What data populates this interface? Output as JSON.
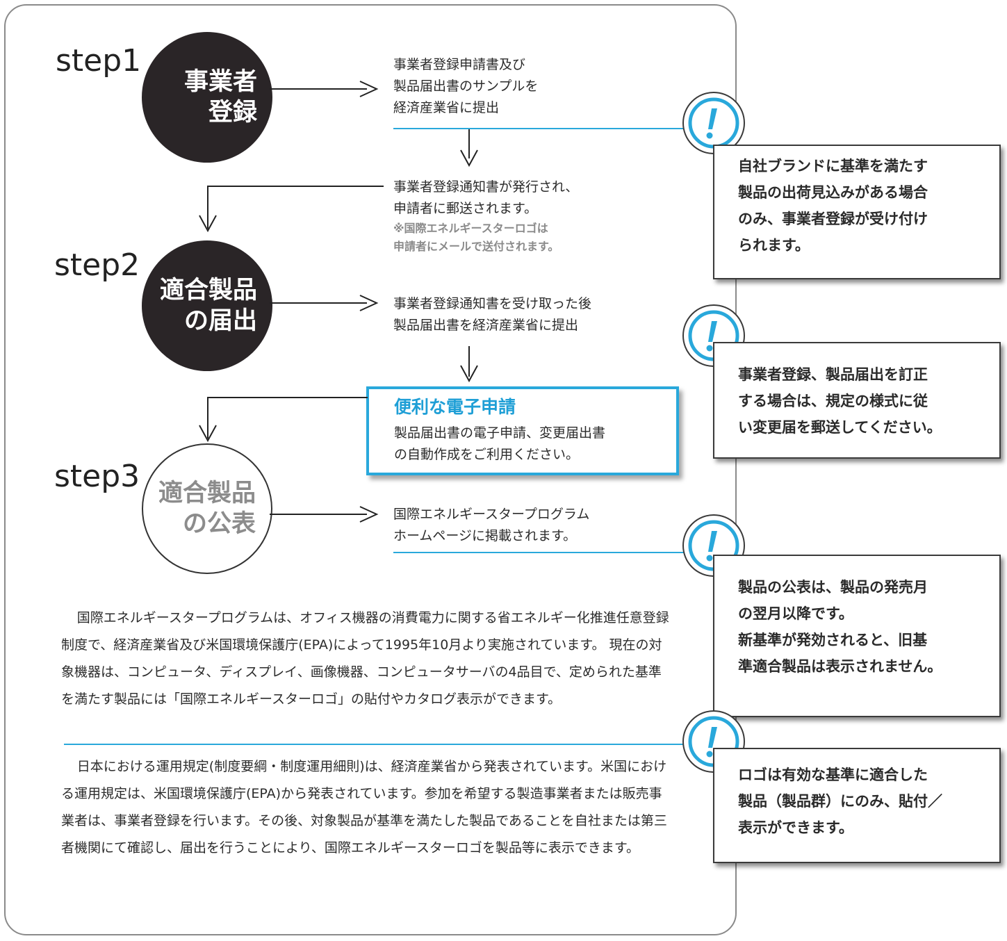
{
  "steps": [
    {
      "label": "step1",
      "circle": "事業者\n登録"
    },
    {
      "label": "step2",
      "circle": "適合製品\nの届出"
    },
    {
      "label": "step3",
      "circle": "適合製品\nの公表"
    }
  ],
  "flow": {
    "s1_text": "事業者登録申請書及び\n製品届出書のサンプルを\n経済産業省に提出",
    "s1b_text": "事業者登録通知書が発行され、\n申請者に郵送されます。",
    "s1b_note": "※国際エネルギースターロゴは\n申請者にメールで送付されます。",
    "s2_text": "事業者登録通知書を受け取った後\n製品届出書を経済産業省に提出",
    "epanel_title": "便利な電子申請",
    "epanel_body": "製品届出書の電子申請、変更届出書\nの自動作成をご利用ください。",
    "s3_text": "国際エネルギースタープログラム\nホームページに掲載されます。"
  },
  "paragraphs": [
    "国際エネルギースタープログラムは、オフィス機器の消費電力に関する省エネルギー化推進任意登録制度で、経済産業省及び米国環境保護庁(EPA)によって1995年10月より実施されています。 現在の対象機器は、コンピュータ、ディスプレイ、画像機器、コンピュータサーバの4品目で、定められた基準を満たす製品には「国際エネルギースターロゴ」の貼付やカタログ表示ができます。",
    "日本における運用規定(制度要綱・制度運用細則)は、経済産業省から発表されています。米国における運用規定は、米国環境保護庁(EPA)から発表されています。参加を希望する製造事業者または販売事業者は、事業者登録を行います。その後、対象製品が基準を満たした製品であることを自社または第三者機関にて確認し、届出を行うことにより、国際エネルギースターロゴを製品等に表示できます。"
  ],
  "callouts": [
    "自社ブランドに基準を満たす\n製品の出荷見込みがある場合\nのみ、事業者登録が受け付け\nられます。",
    "事業者登録、製品届出を訂正\nする場合は、規定の様式に従\nい変更届を郵送してください。",
    "製品の公表は、製品の発売月\nの翌月以降です。\n新基準が発効されると、旧基\n準適合製品は表示されません。",
    "ロゴは有効な基準に適合した\n製品（製品群）にのみ、貼付／\n表示ができます。"
  ],
  "icons": {
    "callout": "exclamation-icon"
  },
  "colors": {
    "accent": "#29a8db",
    "dark_circle": "#2a2527",
    "muted_text": "#8c8c8c"
  }
}
